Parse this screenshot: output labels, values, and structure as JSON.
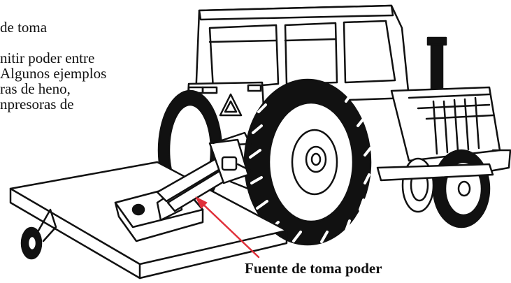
{
  "text_lines": [
    "de toma",
    "",
    "nitir poder entre",
    "Algunos ejemplos",
    "ras de heno,",
    "npresoras de"
  ],
  "callout_label": "Fuente de toma poder",
  "colors": {
    "ink": "#111111",
    "arrow": "#e0303a",
    "background": "#ffffff"
  },
  "icons": [
    "tractor-illustration",
    "rotary-mower-illustration",
    "pto-arrow"
  ]
}
